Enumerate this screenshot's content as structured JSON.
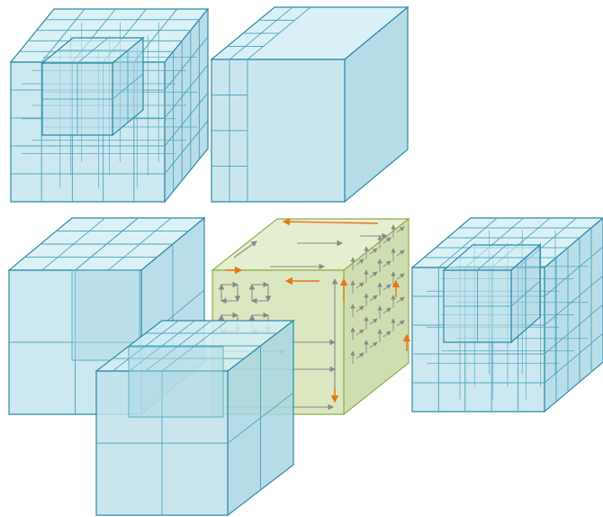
{
  "colors": {
    "background": "#ffffff",
    "cube_fill_front": "#bfe2ec",
    "cube_fill_top": "#d2edf4",
    "cube_fill_side": "#a9d6e3",
    "cube_stroke": "#2e8aa5",
    "grid_stroke": "#4aa3bb",
    "green_fill_front": "#dbe7c0",
    "green_fill_top": "#e5eecf",
    "green_fill_side": "#cfdeb0",
    "green_stroke": "#8fae4f",
    "arrow_gray": "#8a8a8a",
    "arrow_orange": "#e8751a"
  },
  "cubes": [
    {
      "name": "top-left-refined-cube",
      "subdivisions": 5,
      "style": "blue",
      "has_inner_cube": true
    },
    {
      "name": "top-middle-coarse-cube",
      "subdivisions": 1,
      "style": "blue",
      "has_inner_cube": false
    },
    {
      "name": "bottom-left-octree-cube",
      "subdivisions": 2,
      "style": "blue",
      "has_inner_cube": false
    },
    {
      "name": "bottom-left-front-cube",
      "subdivisions": 2,
      "style": "blue",
      "has_inner_cube": false
    },
    {
      "name": "center-flow-cube",
      "subdivisions": 4,
      "style": "green",
      "has_arrows": true
    },
    {
      "name": "right-refined-cube",
      "subdivisions": 5,
      "style": "blue",
      "has_inner_cube": true
    }
  ]
}
